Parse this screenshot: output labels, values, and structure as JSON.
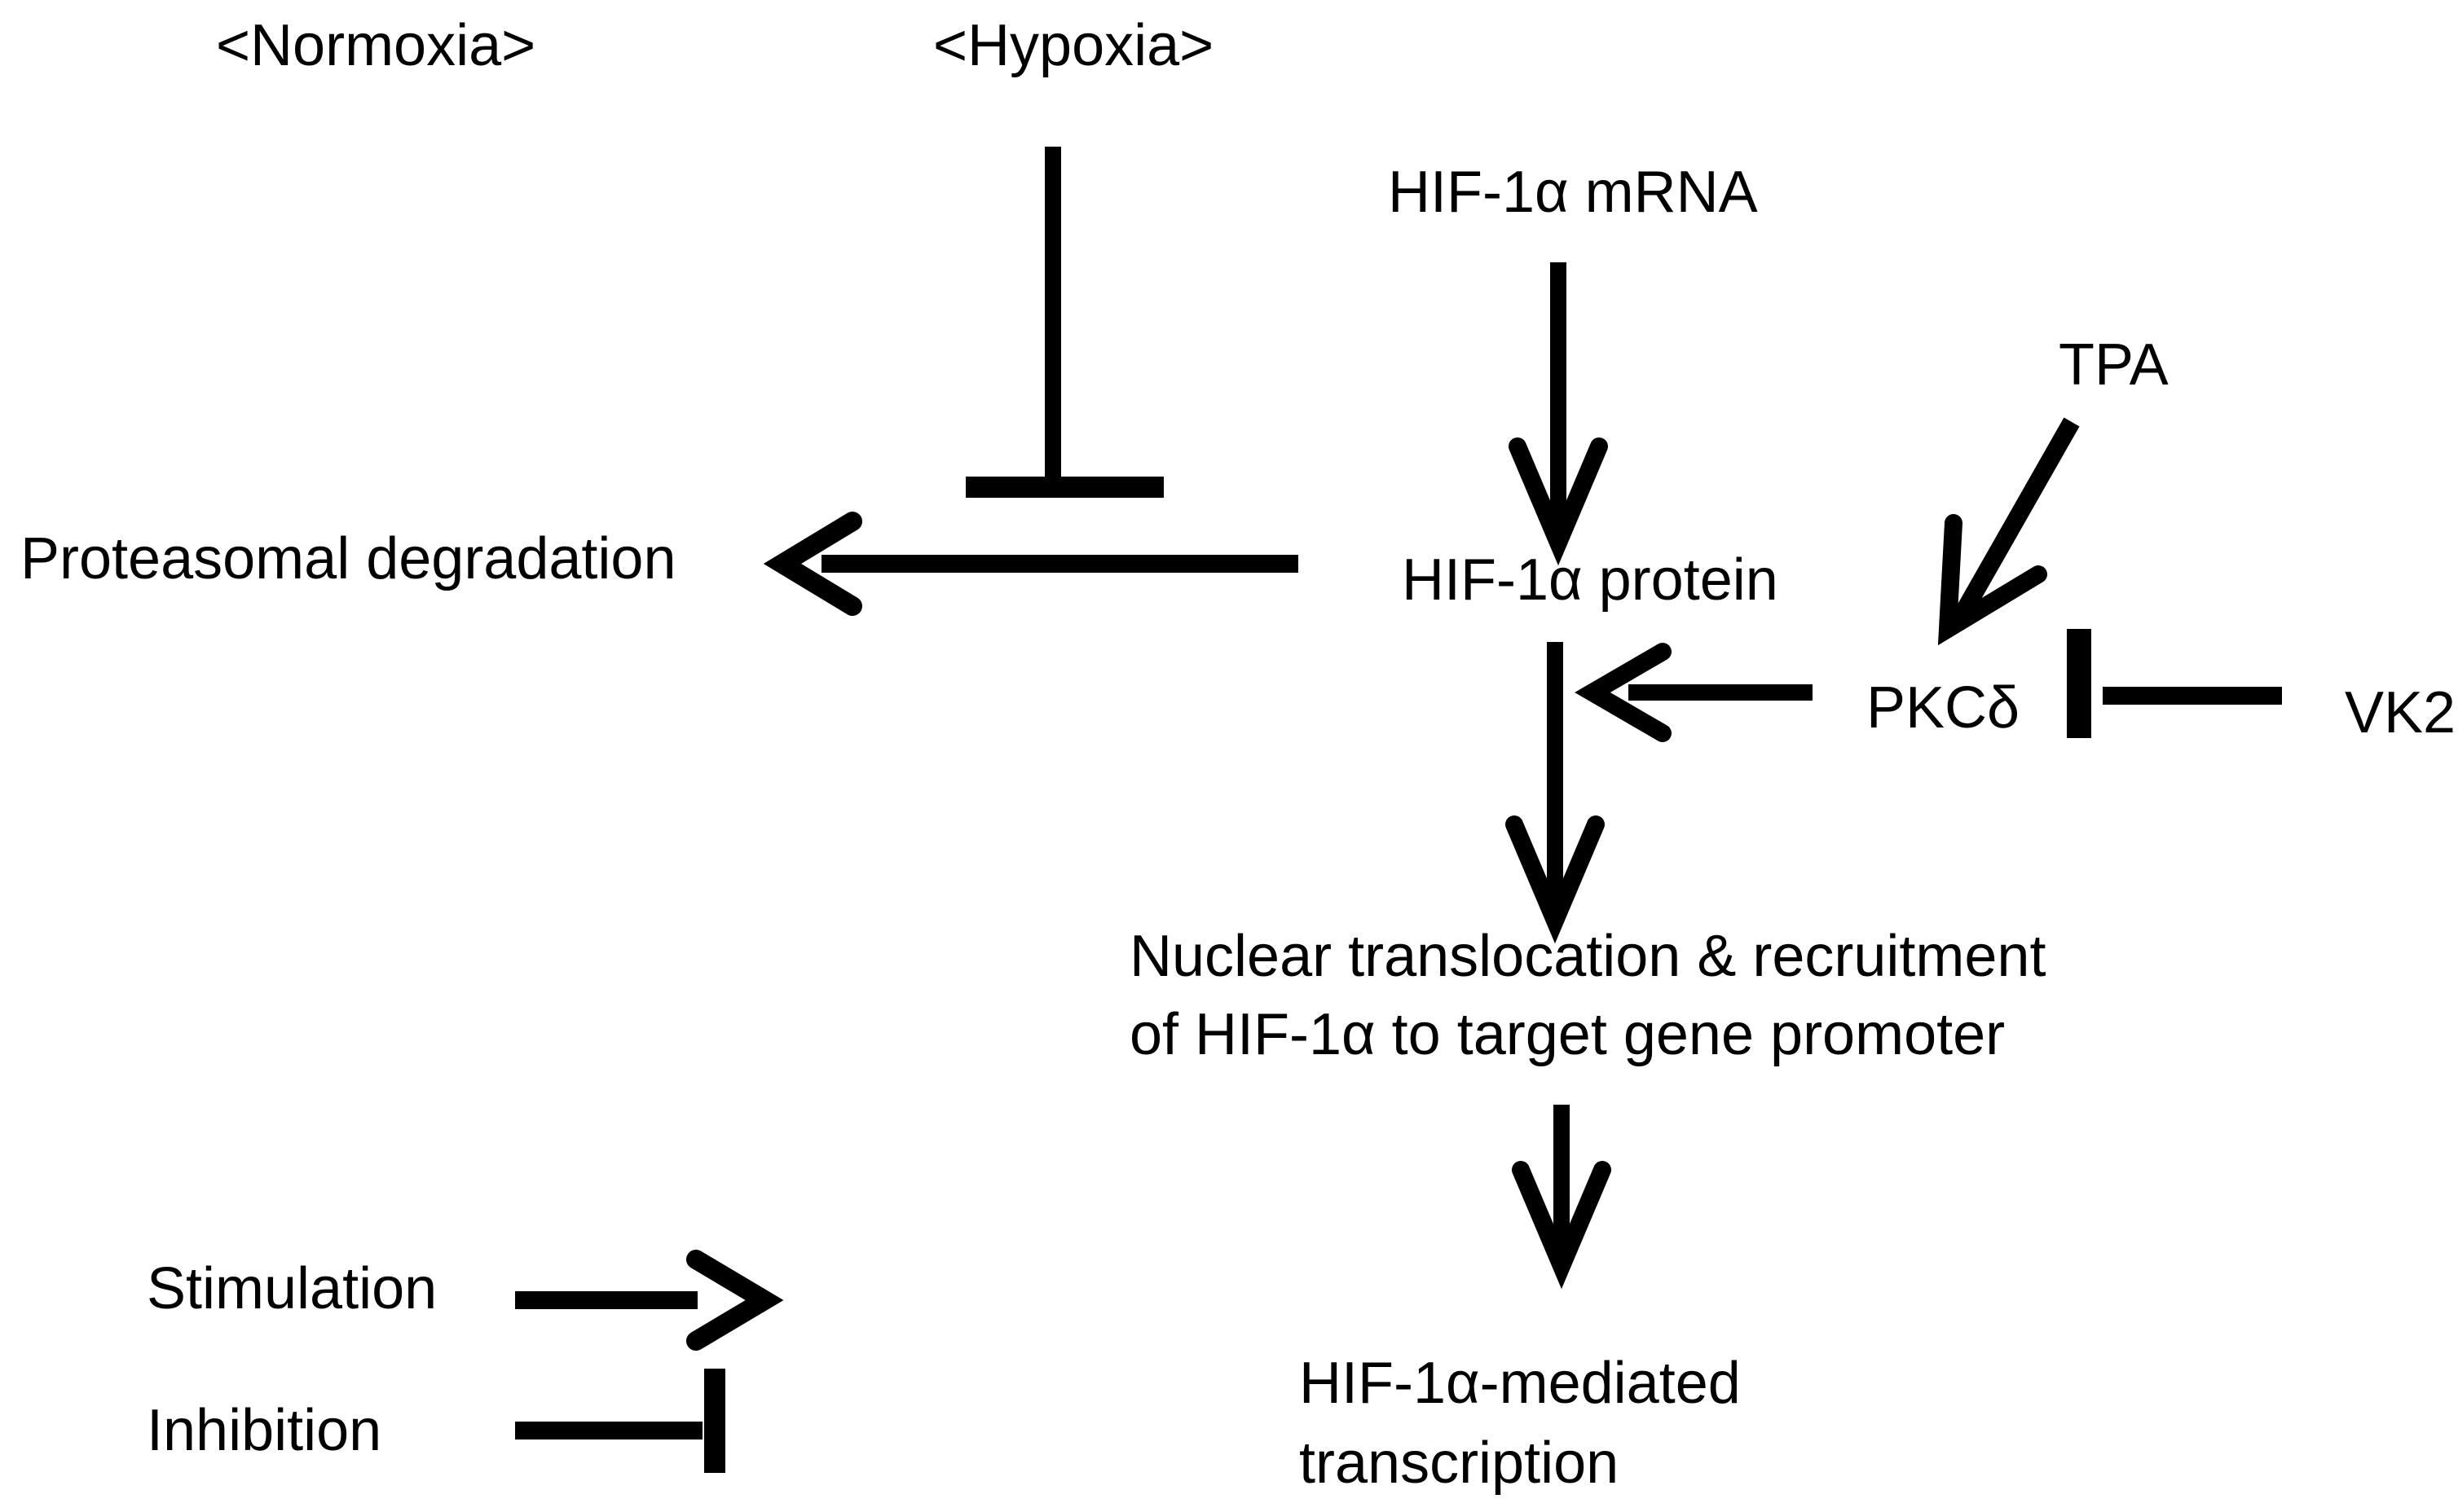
{
  "colors": {
    "ink": "#000000",
    "background": "#ffffff"
  },
  "conditions": {
    "normoxia": "<Normoxia>",
    "hypoxia": "<Hypoxia>"
  },
  "nodes": {
    "hif1a_mrna": "HIF-1α mRNA",
    "hif1a_protein": "HIF-1α protein",
    "proteasomal_degradation": "Proteasomal degradation",
    "tpa": "TPA",
    "pkc_delta": "PKCδ",
    "vk2": "VK2",
    "nuclear_translocation_line1": "Nuclear translocation & recruitment",
    "nuclear_translocation_line2": "of HIF-1α to target gene promoter",
    "transcription_line1": "HIF-1α-mediated",
    "transcription_line2": "transcription"
  },
  "legend": {
    "stimulation": "Stimulation",
    "inhibition": "Inhibition"
  },
  "edges": [
    {
      "from": "HIF-1α mRNA",
      "to": "HIF-1α protein",
      "type": "stimulation"
    },
    {
      "from": "HIF-1α protein",
      "to": "Proteasomal degradation",
      "type": "stimulation"
    },
    {
      "from": "<Hypoxia>",
      "to": "HIF-1α protein → Proteasomal degradation",
      "type": "inhibition"
    },
    {
      "from": "TPA",
      "to": "PKCδ",
      "type": "stimulation"
    },
    {
      "from": "VK2",
      "to": "PKCδ",
      "type": "inhibition"
    },
    {
      "from": "PKCδ",
      "to": "HIF-1α protein → Nuclear translocation",
      "type": "stimulation"
    },
    {
      "from": "HIF-1α protein",
      "to": "Nuclear translocation & recruitment of HIF-1α to target gene promoter",
      "type": "stimulation"
    },
    {
      "from": "Nuclear translocation & recruitment of HIF-1α to target gene promoter",
      "to": "HIF-1α-mediated transcription",
      "type": "stimulation"
    }
  ]
}
